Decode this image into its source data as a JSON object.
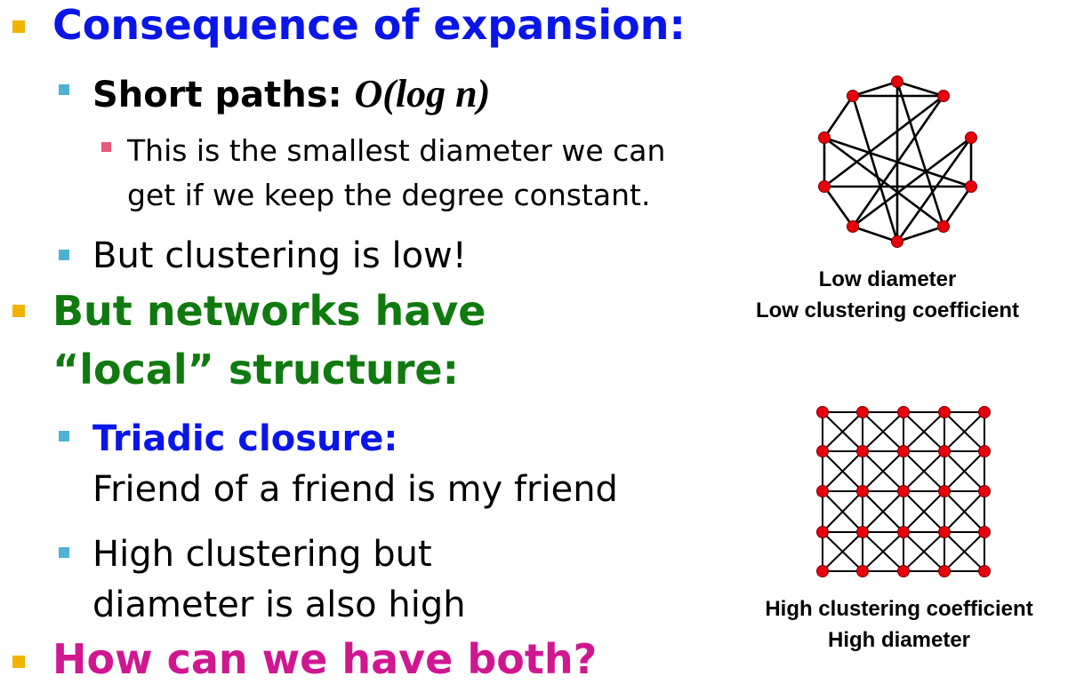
{
  "bullets": {
    "consequence": "Consequence of expansion:",
    "short_paths_label": "Short paths: ",
    "short_paths_math": "O(log n)",
    "smallest_diameter_line1": "This is the smallest diameter we can",
    "smallest_diameter_line2": "get if we keep the degree constant.",
    "clustering_low": "But clustering is low!",
    "networks_line1": "But networks have",
    "networks_line2": "“local” structure:",
    "triadic_label": "Triadic closure:",
    "triadic_desc": "Friend of a friend is my friend",
    "high_clustering_line1": "High clustering but",
    "high_clustering_line2": "diameter is also high",
    "how_both": "How can we have both?"
  },
  "figures": {
    "random_graph": {
      "caption_line1": "Low diameter",
      "caption_line2": "Low clustering coefficient"
    },
    "lattice": {
      "caption_line1": "High clustering coefficient",
      "caption_line2": "High diameter"
    }
  },
  "colors": {
    "bullet_level1": "#f0b400",
    "bullet_level2": "#4eb3d3",
    "bullet_level3": "#e85a7a",
    "blue_heading": "#0a16e8",
    "green_heading": "#107a10",
    "magenta_heading": "#d01790",
    "node_fill": "#e8000b"
  }
}
